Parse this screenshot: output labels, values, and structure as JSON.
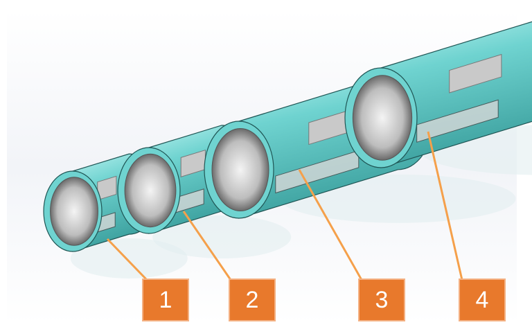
{
  "callouts": [
    {
      "label": "1"
    },
    {
      "label": "2"
    },
    {
      "label": "3"
    },
    {
      "label": "4"
    }
  ],
  "colors": {
    "body": "#5fc9c6",
    "callout": "#e8792c",
    "leader": "#f5a04a"
  }
}
